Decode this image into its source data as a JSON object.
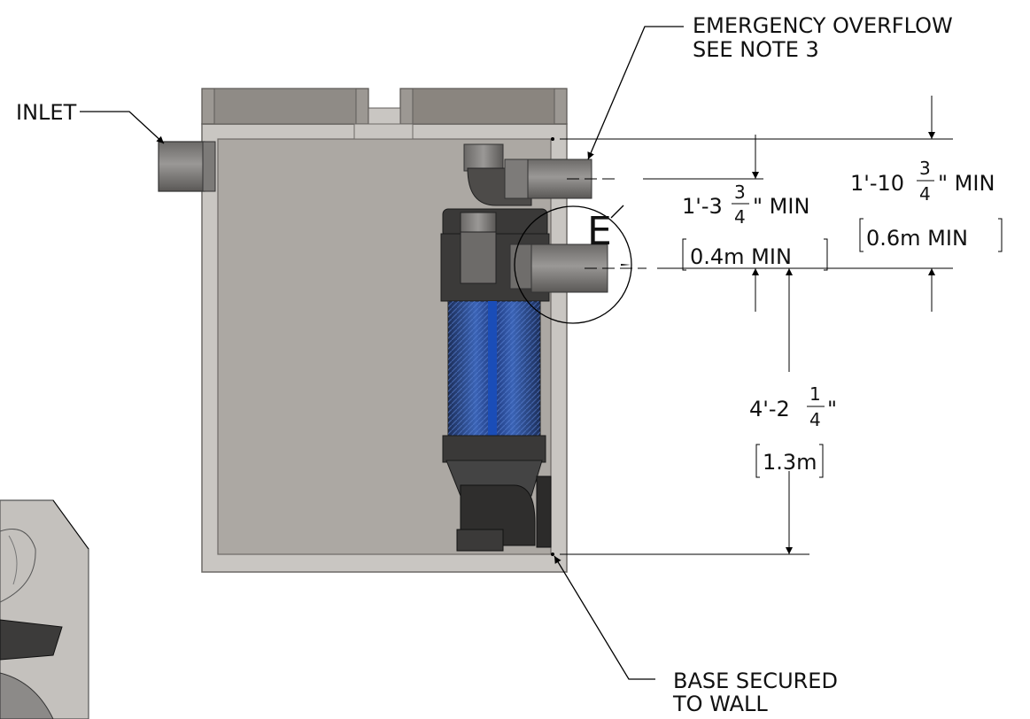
{
  "labels": {
    "inlet": "INLET",
    "overflow_line1": "EMERGENCY OVERFLOW",
    "overflow_line2": "SEE NOTE 3",
    "base_line1": "BASE SECURED",
    "base_line2": "TO WALL",
    "section_letter": "E"
  },
  "dimensions": {
    "inner": {
      "imperial_prefix": "1'-3",
      "frac_num": "3",
      "frac_den": "4",
      "imperial_suffix": "\" MIN",
      "metric": "0.4m MIN"
    },
    "outer": {
      "imperial_prefix": "1'-10",
      "frac_num": "3",
      "frac_den": "4",
      "imperial_suffix": "\" MIN",
      "metric": "0.6m MIN"
    },
    "height": {
      "imperial_prefix": "4'-2",
      "frac_num": "1",
      "frac_den": "4",
      "imperial_suffix": "\"",
      "metric": "1.3m"
    }
  },
  "colors": {
    "tank_fill": "#ada9a4",
    "tank_wall": "#c8c5c1",
    "filter_blue": "#2b4f9a",
    "filter_dark": "#333333",
    "pipe_gray": "#8e8c8a"
  }
}
